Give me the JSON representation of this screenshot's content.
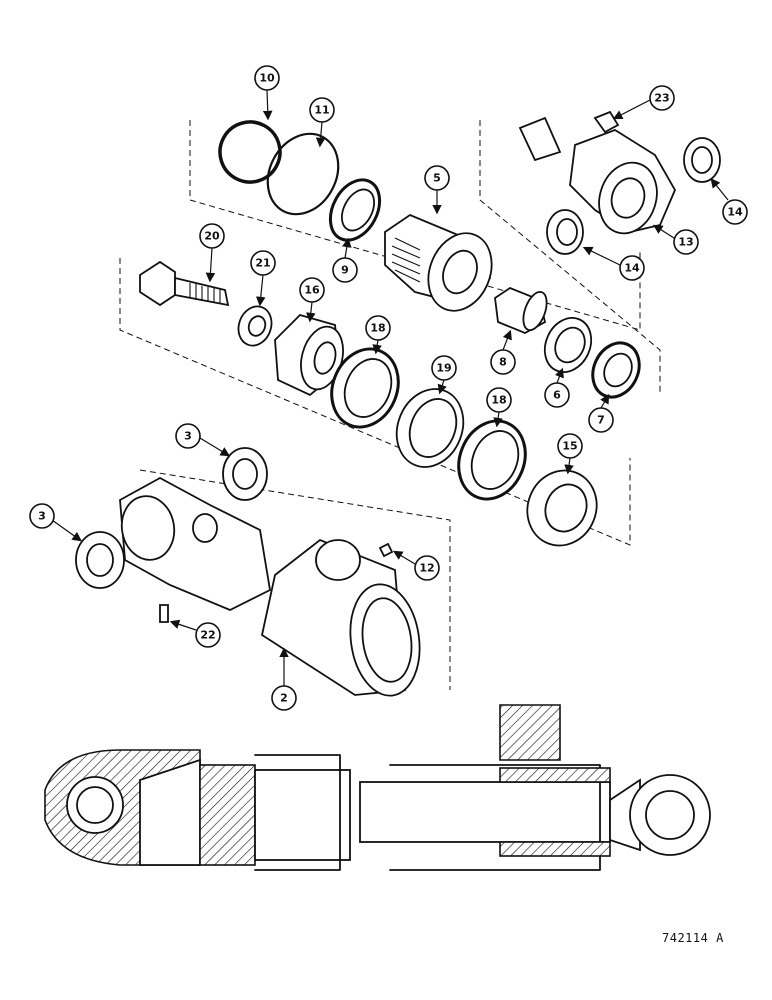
{
  "callouts": {
    "c2": "2",
    "c3a": "3",
    "c3b": "3",
    "c5": "5",
    "c6": "6",
    "c7": "7",
    "c8": "8",
    "c9": "9",
    "c10": "10",
    "c11": "11",
    "c12": "12",
    "c13": "13",
    "c14a": "14",
    "c14b": "14",
    "c15": "15",
    "c16": "16",
    "c18a": "18",
    "c18b": "18",
    "c19": "19",
    "c20": "20",
    "c21": "21",
    "c22": "22",
    "c23": "23"
  },
  "drawing_number": "742114 A"
}
